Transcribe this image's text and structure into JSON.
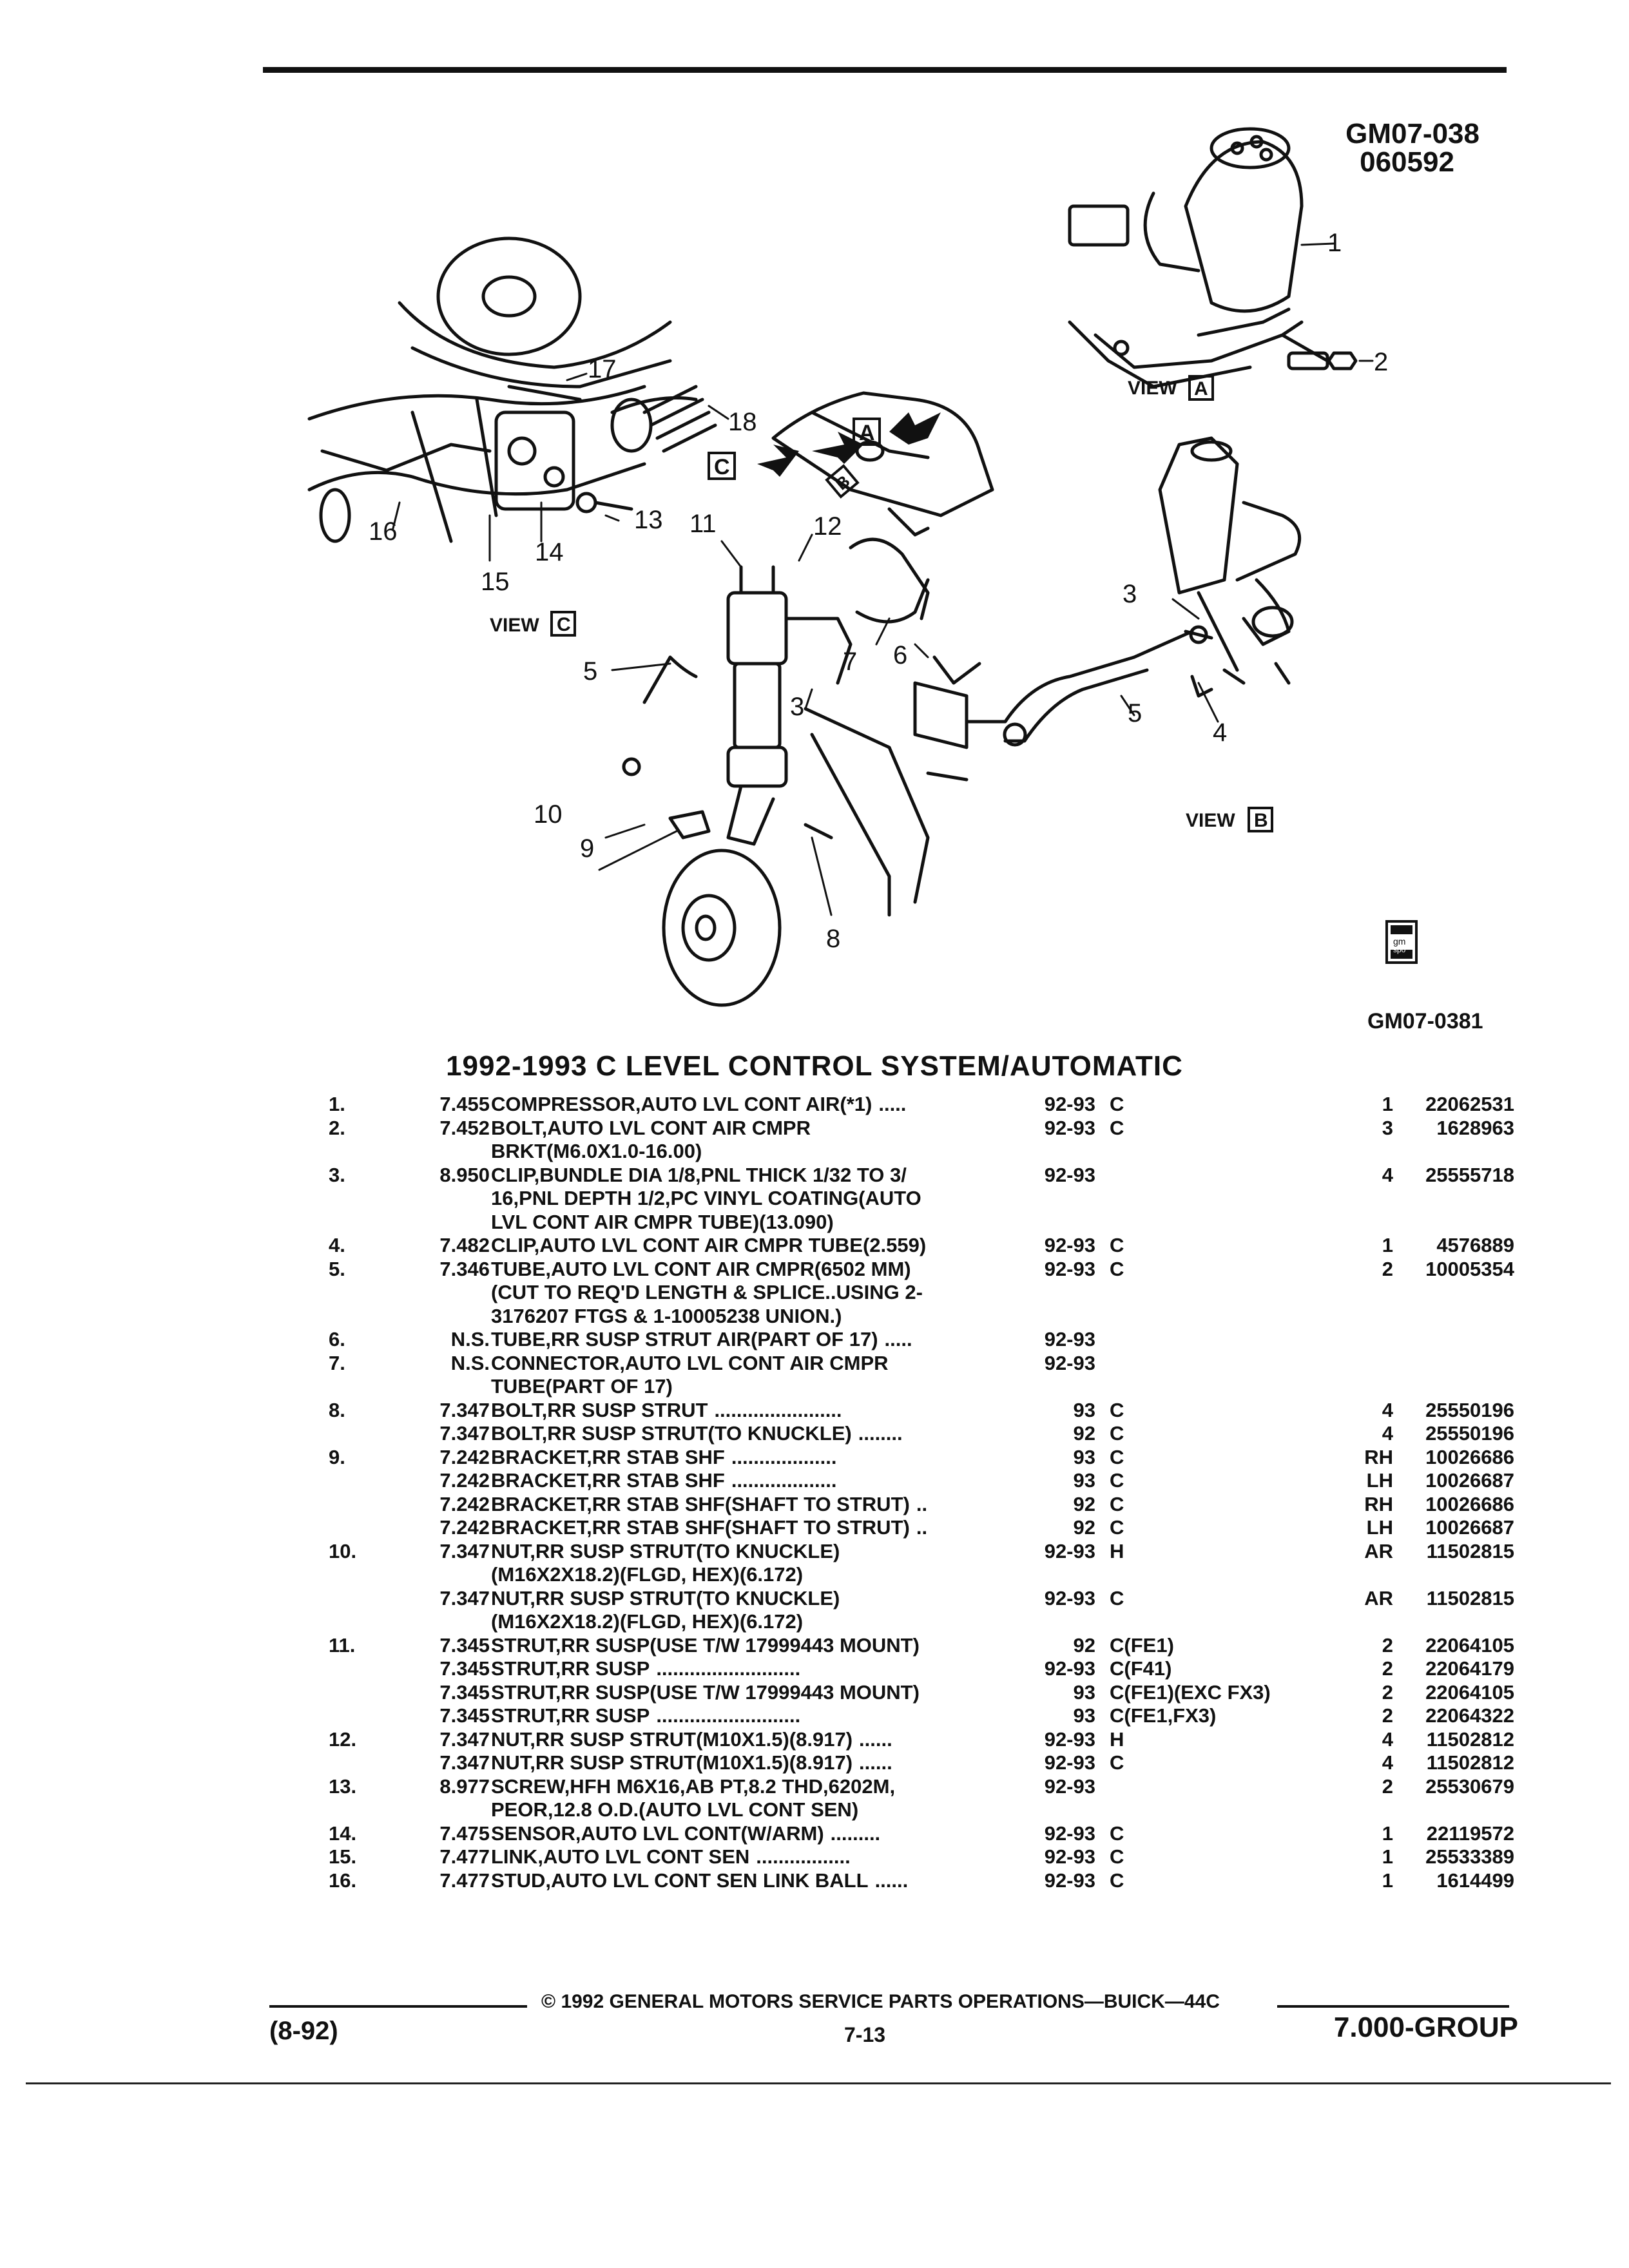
{
  "diagram": {
    "ref_code": "GM07-038",
    "ref_date": "060592",
    "figure_id": "GM07-0381",
    "views": [
      "VIEW A",
      "VIEW B",
      "VIEW C"
    ],
    "view_letters": [
      "A",
      "B",
      "C"
    ],
    "callouts": [
      "1",
      "2",
      "3",
      "3",
      "4",
      "5",
      "5",
      "6",
      "7",
      "8",
      "9",
      "10",
      "11",
      "12",
      "13",
      "14",
      "15",
      "16",
      "17",
      "18"
    ],
    "badge": "gm spo"
  },
  "title": "1992-1993 C LEVEL CONTROL SYSTEM/AUTOMATIC",
  "parts": [
    {
      "num": "1.",
      "grp": "7.455",
      "name": "COMPRESSOR",
      "desc": ",AUTO LVL CONT AIR(*1)",
      "dots": ".....",
      "yr": "92-93",
      "body": "C",
      "qty": "1",
      "part": "22062531"
    },
    {
      "num": "2.",
      "grp": "7.452",
      "name": "BOLT",
      "desc": ",AUTO LVL CONT AIR CMPR",
      "dots": "",
      "yr": "92-93",
      "body": "C",
      "qty": "3",
      "part": "1628963"
    },
    {
      "num": "",
      "grp": "",
      "name": "",
      "desc": "BRKT(M6.0X1.0-16.00)",
      "dots": "",
      "yr": "",
      "body": "",
      "qty": "",
      "part": ""
    },
    {
      "num": "3.",
      "grp": "8.950",
      "name": "CLIP",
      "desc": ",BUNDLE DIA 1/8,PNL THICK 1/32 TO 3/",
      "dots": "",
      "yr": "92-93",
      "body": "",
      "qty": "4",
      "part": "25555718"
    },
    {
      "num": "",
      "grp": "",
      "name": "",
      "desc": "16,PNL DEPTH 1/2,PC VINYL COATING(AUTO",
      "dots": "",
      "yr": "",
      "body": "",
      "qty": "",
      "part": ""
    },
    {
      "num": "",
      "grp": "",
      "name": "",
      "desc": "LVL CONT AIR CMPR TUBE)(13.090)",
      "dots": "",
      "yr": "",
      "body": "",
      "qty": "",
      "part": ""
    },
    {
      "num": "4.",
      "grp": "7.482",
      "name": "CLIP",
      "desc": ",AUTO LVL CONT AIR CMPR TUBE(2.559)",
      "dots": "",
      "yr": "92-93",
      "body": "C",
      "qty": "1",
      "part": "4576889"
    },
    {
      "num": "5.",
      "grp": "7.346",
      "name": "TUBE",
      "desc": ",AUTO LVL CONT AIR CMPR(6502 MM)",
      "dots": "",
      "yr": "92-93",
      "body": "C",
      "qty": "2",
      "part": "10005354"
    },
    {
      "num": "",
      "grp": "",
      "name": "",
      "desc": "(CUT TO REQ'D LENGTH & SPLICE..USING 2-",
      "dots": "",
      "yr": "",
      "body": "",
      "qty": "",
      "part": ""
    },
    {
      "num": "",
      "grp": "",
      "name": "",
      "desc": "3176207 FTGS & 1-10005238 UNION.)",
      "dots": "",
      "yr": "",
      "body": "",
      "qty": "",
      "part": ""
    },
    {
      "num": "6.",
      "grp": "N.S.",
      "name": "TUBE",
      "desc": ",RR SUSP STRUT AIR(PART OF 17)",
      "dots": ".....",
      "yr": "92-93",
      "body": "",
      "qty": "",
      "part": ""
    },
    {
      "num": "7.",
      "grp": "N.S.",
      "name": "CONNECTOR",
      "desc": ",AUTO LVL CONT AIR CMPR",
      "dots": "",
      "yr": "92-93",
      "body": "",
      "qty": "",
      "part": ""
    },
    {
      "num": "",
      "grp": "",
      "name": "",
      "desc": "TUBE(PART OF 17)",
      "dots": "",
      "yr": "",
      "body": "",
      "qty": "",
      "part": ""
    },
    {
      "num": "8.",
      "grp": "7.347",
      "name": "BOLT",
      "desc": ",RR SUSP STRUT",
      "dots": ".......................",
      "yr": "93",
      "body": "C",
      "qty": "4",
      "part": "25550196"
    },
    {
      "num": "",
      "grp": "7.347",
      "name": "BOLT",
      "desc": ",RR SUSP STRUT(TO KNUCKLE)",
      "dots": "........",
      "yr": "92",
      "body": "C",
      "qty": "4",
      "part": "25550196"
    },
    {
      "num": "9.",
      "grp": "7.242",
      "name": "BRACKET",
      "desc": ",RR STAB SHF",
      "dots": "...................",
      "yr": "93",
      "body": "C",
      "qty": "RH",
      "part": "10026686"
    },
    {
      "num": "",
      "grp": "7.242",
      "name": "BRACKET",
      "desc": ",RR STAB SHF",
      "dots": "...................",
      "yr": "93",
      "body": "C",
      "qty": "LH",
      "part": "10026687"
    },
    {
      "num": "",
      "grp": "7.242",
      "name": "BRACKET",
      "desc": ",RR STAB SHF(SHAFT TO STRUT)",
      "dots": "..",
      "yr": "92",
      "body": "C",
      "qty": "RH",
      "part": "10026686"
    },
    {
      "num": "",
      "grp": "7.242",
      "name": "BRACKET",
      "desc": ",RR STAB SHF(SHAFT TO STRUT)",
      "dots": "..",
      "yr": "92",
      "body": "C",
      "qty": "LH",
      "part": "10026687"
    },
    {
      "num": "10.",
      "grp": "7.347",
      "name": "NUT",
      "desc": ",RR SUSP STRUT(TO KNUCKLE)",
      "dots": "",
      "yr": "92-93",
      "body": "H",
      "qty": "AR",
      "part": "11502815"
    },
    {
      "num": "",
      "grp": "",
      "name": "",
      "desc": "(M16X2X18.2)(FLGD, HEX)(6.172)",
      "dots": "",
      "yr": "",
      "body": "",
      "qty": "",
      "part": ""
    },
    {
      "num": "",
      "grp": "7.347",
      "name": "NUT",
      "desc": ",RR SUSP STRUT(TO KNUCKLE)",
      "dots": "",
      "yr": "92-93",
      "body": "C",
      "qty": "AR",
      "part": "11502815"
    },
    {
      "num": "",
      "grp": "",
      "name": "",
      "desc": "(M16X2X18.2)(FLGD, HEX)(6.172)",
      "dots": "",
      "yr": "",
      "body": "",
      "qty": "",
      "part": ""
    },
    {
      "num": "11.",
      "grp": "7.345",
      "name": "STRUT",
      "desc": ",RR SUSP(USE T/W 17999443 MOUNT)",
      "dots": "",
      "yr": "92",
      "body": "C(FE1)",
      "qty": "2",
      "part": "22064105"
    },
    {
      "num": "",
      "grp": "7.345",
      "name": "STRUT",
      "desc": ",RR SUSP",
      "dots": "..........................",
      "yr": "92-93",
      "body": "C(F41)",
      "qty": "2",
      "part": "22064179"
    },
    {
      "num": "",
      "grp": "7.345",
      "name": "STRUT",
      "desc": ",RR SUSP(USE T/W 17999443 MOUNT)",
      "dots": "",
      "yr": "93",
      "body": "C(FE1)(EXC FX3)",
      "qty": "2",
      "part": "22064105"
    },
    {
      "num": "",
      "grp": "7.345",
      "name": "STRUT",
      "desc": ",RR SUSP",
      "dots": "..........................",
      "yr": "93",
      "body": "C(FE1,FX3)",
      "qty": "2",
      "part": "22064322"
    },
    {
      "num": "12.",
      "grp": "7.347",
      "name": "NUT",
      "desc": ",RR SUSP STRUT(M10X1.5)(8.917)",
      "dots": "......",
      "yr": "92-93",
      "body": "H",
      "qty": "4",
      "part": "11502812"
    },
    {
      "num": "",
      "grp": "7.347",
      "name": "NUT",
      "desc": ",RR SUSP STRUT(M10X1.5)(8.917)",
      "dots": "......",
      "yr": "92-93",
      "body": "C",
      "qty": "4",
      "part": "11502812"
    },
    {
      "num": "13.",
      "grp": "8.977",
      "name": "SCREW",
      "desc": ",HFH M6X16,AB PT,8.2 THD,6202M,",
      "dots": "",
      "yr": "92-93",
      "body": "",
      "qty": "2",
      "part": "25530679"
    },
    {
      "num": "",
      "grp": "",
      "name": "",
      "desc": "PEOR,12.8 O.D.(AUTO LVL CONT SEN)",
      "dots": "",
      "yr": "",
      "body": "",
      "qty": "",
      "part": ""
    },
    {
      "num": "14.",
      "grp": "7.475",
      "name": "SENSOR",
      "desc": ",AUTO LVL CONT(W/ARM)",
      "dots": ".........",
      "yr": "92-93",
      "body": "C",
      "qty": "1",
      "part": "22119572"
    },
    {
      "num": "15.",
      "grp": "7.477",
      "name": "LINK",
      "desc": ",AUTO LVL CONT SEN",
      "dots": ".................",
      "yr": "92-93",
      "body": "C",
      "qty": "1",
      "part": "25533389"
    },
    {
      "num": "16.",
      "grp": "7.477",
      "name": "STUD",
      "desc": ",AUTO LVL CONT SEN LINK BALL",
      "dots": "......",
      "yr": "92-93",
      "body": "C",
      "qty": "1",
      "part": "1614499"
    }
  ],
  "footer": {
    "copyright": "© 1992 GENERAL MOTORS SERVICE PARTS OPERATIONS—BUICK—44C",
    "date": "(8-92)",
    "page": "7-13",
    "group": "7.000-GROUP"
  }
}
